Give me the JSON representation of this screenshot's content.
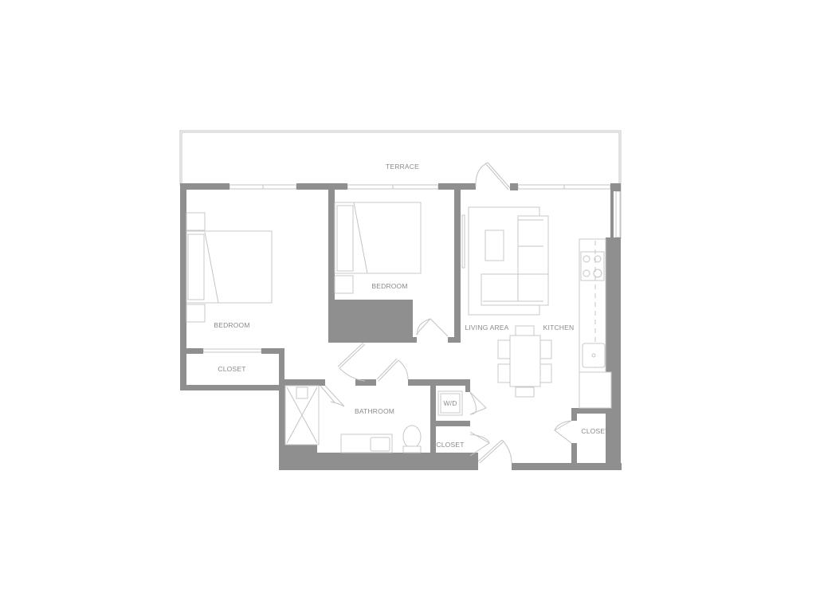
{
  "floor_plan": {
    "rooms": {
      "terrace": "TERRACE",
      "bedroom_1": "BEDROOM",
      "bedroom_2": "BEDROOM",
      "closet_bedroom": "CLOSET",
      "bathroom": "BATHROOM",
      "washer_dryer": "W/D",
      "closet_hall": "CLOSET",
      "living_area": "LIVING AREA",
      "kitchen": "KITCHEN",
      "closet_entry": "CLOSET"
    },
    "colors": {
      "wall": "#8f8f8f",
      "line": "#c4c4c4",
      "label": "#8a8a8a"
    }
  }
}
